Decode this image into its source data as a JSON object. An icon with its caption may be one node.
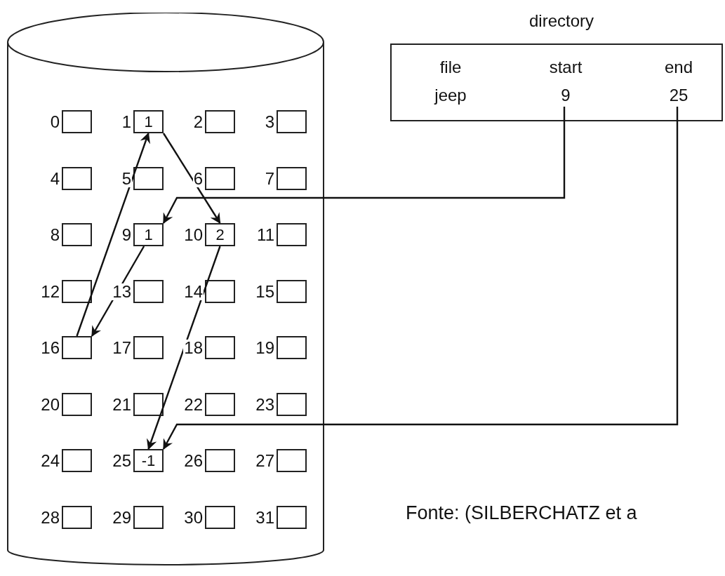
{
  "diagram": {
    "caption": "Fonte: (SILBERCHATZ et a",
    "nodes": [
      {
        "text": [],
        "shape": "cylinder"
      },
      {
        "text": [],
        "shape": "box",
        "beside": [
          "0"
        ],
        "in": 0
      },
      {
        "text": [
          "1"
        ],
        "beside": [
          "1"
        ],
        "in": 0
      },
      {
        "text": [],
        "shape": "box",
        "beside": [
          "2"
        ],
        "in": 0
      },
      {
        "text": [],
        "shape": "box",
        "beside": [
          "3"
        ],
        "in": 0
      },
      {
        "text": [],
        "shape": "box",
        "beside": [
          "4"
        ],
        "in": 0
      },
      {
        "text": [],
        "shape": "box",
        "beside": [
          "5"
        ],
        "in": 0
      },
      {
        "text": [],
        "shape": "box",
        "beside": [
          "6"
        ],
        "in": 0
      },
      {
        "text": [],
        "shape": "box",
        "beside": [
          "7"
        ],
        "in": 0
      },
      {
        "text": [],
        "shape": "box",
        "beside": [
          "8"
        ],
        "in": 0
      },
      {
        "text": [
          "1"
        ],
        "beside": [
          "9"
        ],
        "in": 0
      },
      {
        "text": [
          "2"
        ],
        "beside": [
          "10"
        ],
        "in": 0
      },
      {
        "text": [],
        "shape": "box",
        "beside": [
          "11"
        ],
        "in": 0
      },
      {
        "text": [],
        "shape": "box",
        "beside": [
          "12"
        ],
        "in": 0
      },
      {
        "text": [],
        "shape": "box",
        "beside": [
          "13"
        ],
        "in": 0
      },
      {
        "text": [],
        "shape": "box",
        "beside": [
          "14"
        ],
        "in": 0
      },
      {
        "text": [],
        "shape": "box",
        "beside": [
          "15"
        ],
        "in": 0
      },
      {
        "text": [],
        "shape": "box",
        "beside": [
          "16"
        ],
        "in": 0
      },
      {
        "text": [],
        "shape": "box",
        "beside": [
          "17"
        ],
        "in": 0
      },
      {
        "text": [],
        "shape": "box",
        "beside": [
          "18"
        ],
        "in": 0
      },
      {
        "text": [],
        "shape": "box",
        "beside": [
          "19"
        ],
        "in": 0
      },
      {
        "text": [],
        "shape": "box",
        "beside": [
          "20"
        ],
        "in": 0
      },
      {
        "text": [],
        "shape": "box",
        "beside": [
          "21"
        ],
        "in": 0
      },
      {
        "text": [],
        "shape": "box",
        "beside": [
          "22"
        ],
        "in": 0
      },
      {
        "text": [],
        "shape": "box",
        "beside": [
          "23"
        ],
        "in": 0
      },
      {
        "text": [],
        "shape": "box",
        "beside": [
          "24"
        ],
        "in": 0
      },
      {
        "text": [
          "-1"
        ],
        "beside": [
          "25"
        ],
        "in": 0
      },
      {
        "text": [],
        "shape": "box",
        "beside": [
          "26"
        ],
        "in": 0
      },
      {
        "text": [],
        "shape": "box",
        "beside": [
          "27"
        ],
        "in": 0
      },
      {
        "text": [],
        "shape": "box",
        "beside": [
          "28"
        ],
        "in": 0
      },
      {
        "text": [],
        "shape": "box",
        "beside": [
          "29"
        ],
        "in": 0
      },
      {
        "text": [],
        "shape": "box",
        "beside": [
          "30"
        ],
        "in": 0
      },
      {
        "text": [],
        "shape": "box",
        "beside": [
          "31"
        ],
        "in": 0
      },
      {
        "text": [
          "directory"
        ]
      },
      {
        "text": [
          "file"
        ],
        "in": 33
      },
      {
        "text": [
          "start"
        ],
        "in": 33
      },
      {
        "text": [
          "end"
        ],
        "in": 33
      },
      {
        "text": [
          "jeep"
        ],
        "in": 33
      },
      {
        "text": [
          "9"
        ],
        "in": 33
      },
      {
        "text": [
          "25"
        ],
        "in": 33
      }
    ],
    "edges": [
      {
        "from": 38,
        "to": 10,
        "arrow": "to"
      },
      {
        "from": 39,
        "to": 26,
        "arrow": "to"
      },
      {
        "from": 10,
        "to": 17,
        "arrow": "to"
      },
      {
        "from": 17,
        "to": 2,
        "arrow": "to"
      },
      {
        "from": 2,
        "to": 11,
        "arrow": "to"
      },
      {
        "from": 11,
        "to": 26,
        "arrow": "to"
      }
    ]
  }
}
